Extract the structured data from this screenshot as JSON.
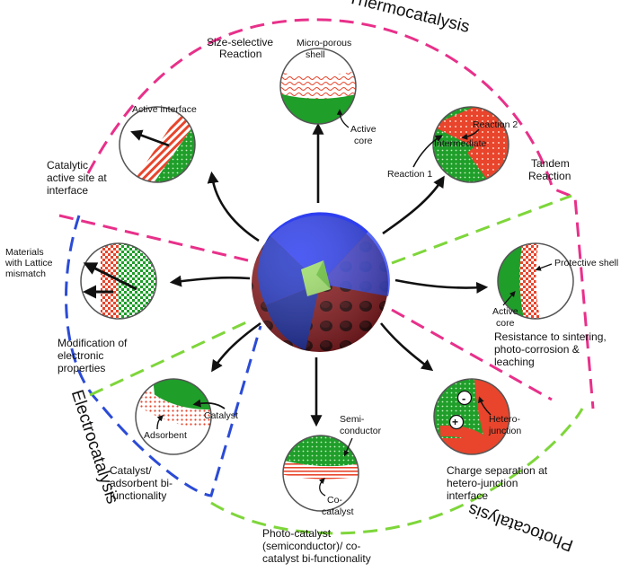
{
  "sections": {
    "thermo": "Thermocatalysis",
    "electro": "Electrocatalysis",
    "photo": "Photocatalysis"
  },
  "panels": {
    "size_selective": {
      "title": [
        "Size-selective",
        "Reaction"
      ],
      "shell": [
        "Micro-porous",
        "shell"
      ],
      "core": [
        "Active",
        "core"
      ]
    },
    "active_interface": {
      "inner": "Active interface",
      "title": [
        "Catalytic",
        "active site at",
        "interface"
      ]
    },
    "tandem": {
      "r2": "Reaction 2",
      "intermediate": "Intermediate",
      "r1": "Reaction 1",
      "title": [
        "Tandem",
        "Reaction"
      ]
    },
    "lattice": {
      "label": [
        "Materials",
        "with Lattice",
        "mismatch"
      ],
      "title": [
        "Modification of",
        "electronic",
        "properties"
      ]
    },
    "protective": {
      "shell": "Protective shell",
      "core": [
        "Active",
        "core"
      ],
      "title": [
        "Resistance to sintering,",
        "photo-corrosion &",
        "leaching"
      ]
    },
    "adsorbent": {
      "catalyst": "Catalyst",
      "adsorbent": "Adsorbent",
      "title": [
        "Catalyst/",
        "adsorbent bi-",
        "functionality"
      ]
    },
    "cocatalyst": {
      "semi": [
        "Semi-",
        "conductor"
      ],
      "co": [
        "Co-",
        "catalyst"
      ],
      "title": [
        "Photo-catalyst",
        "(semiconductor)/  co-",
        "catalyst bi-functionality"
      ]
    },
    "heterojunction": {
      "label": [
        "Hetero-",
        "junction"
      ],
      "minus": "-",
      "plus": "+",
      "title": [
        "Charge separation at",
        "hetero-junction",
        "interface"
      ]
    }
  },
  "colors": {
    "thermo": "#e8308a",
    "electro": "#2b4bd6",
    "photo": "#7ed63a",
    "core_green": "#1f9e2a",
    "shell_red": "#e8452c",
    "hub_red": "#8e1b1f",
    "hub_blue": "#2e3ff0"
  }
}
